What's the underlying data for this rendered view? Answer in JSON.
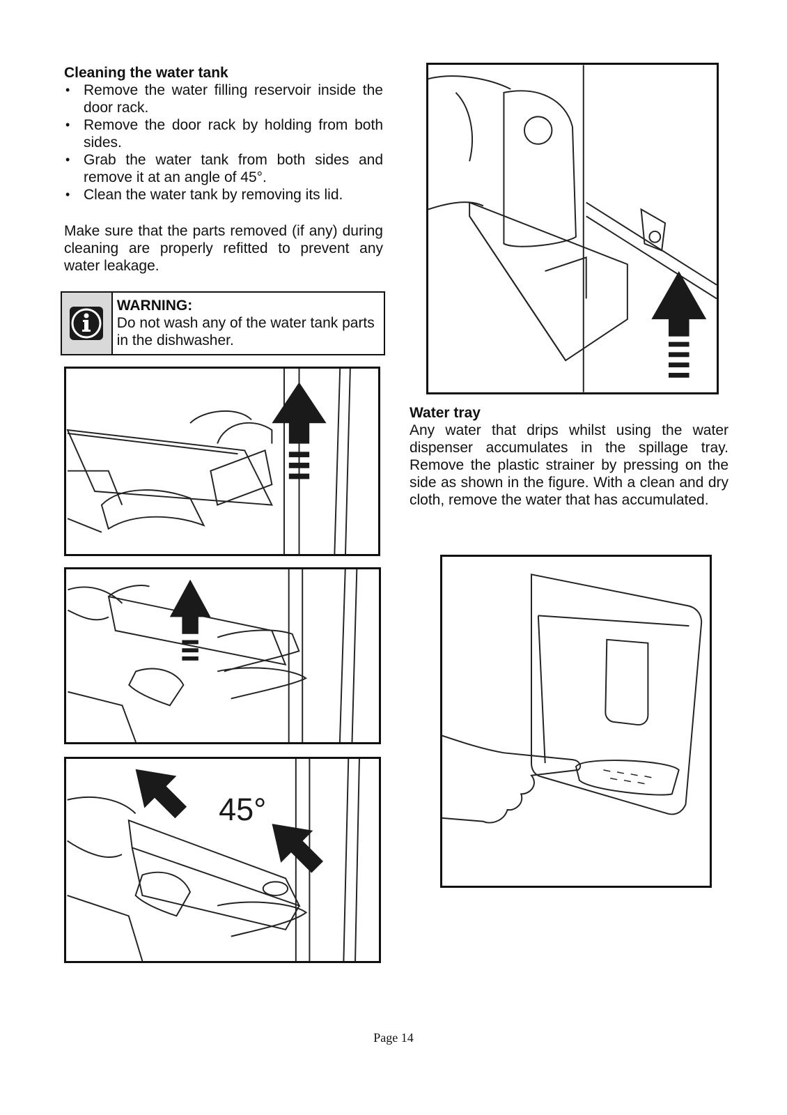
{
  "cleaning": {
    "heading": "Cleaning the water tank",
    "bullets": [
      "Remove the water filling reservoir inside the door rack.",
      "Remove the door rack by holding from both sides.",
      "Grab the water tank from both sides and remove it at an angle of 45°.",
      "Clean the water tank by removing its lid."
    ],
    "note": "Make sure that the parts removed (if any) during cleaning are properly refitted to prevent any water leakage."
  },
  "warning": {
    "icon": "info-icon",
    "title": "WARNING:",
    "text": "Do not wash any of the water tank parts in the dishwasher."
  },
  "figures": {
    "angle_label": "45°"
  },
  "water_tray": {
    "heading": "Water tray",
    "text": "Any water that drips whilst using the water dispenser accumulates in the spillage tray. Remove the plastic strainer by pressing on the side as shown in the figure. With a clean and dry cloth, remove the water that has accumulated."
  },
  "footer": {
    "page": "Page 14"
  }
}
